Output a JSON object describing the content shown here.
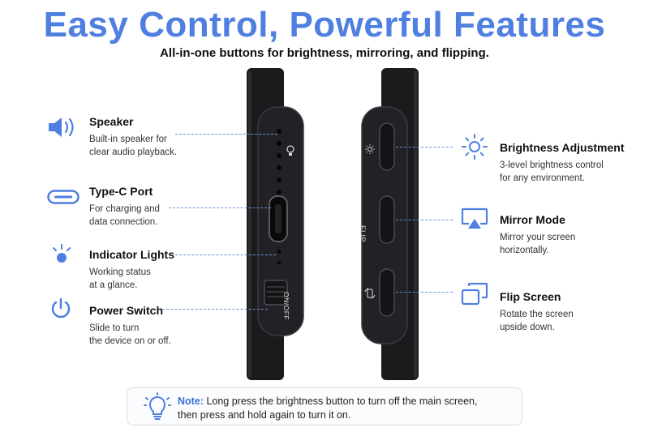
{
  "header": {
    "title": "Easy Control, Powerful Features",
    "subtitle": "All-in-one buttons for brightness, mirroring, and flipping."
  },
  "left_features": [
    {
      "title": "Speaker",
      "desc_line1": "Built-in speaker for",
      "desc_line2": "clear audio playback.",
      "icon": "speaker-icon"
    },
    {
      "title": "Type-C Port",
      "desc_line1": "For charging and",
      "desc_line2": "data connection.",
      "icon": "usb-c-icon"
    },
    {
      "title": "Indicator Lights",
      "desc_line1": "Working status",
      "desc_line2": "at a glance.",
      "icon": "indicator-light-icon"
    },
    {
      "title": "Power Switch",
      "desc_line1": "Slide to turn",
      "desc_line2": "the device on or off.",
      "icon": "power-icon"
    }
  ],
  "right_features": [
    {
      "title": "Brightness Adjustment",
      "desc_line1": "3-level brightness control",
      "desc_line2": "for any environment.",
      "icon": "sun-icon"
    },
    {
      "title": "Mirror Mode",
      "desc_line1": "Mirror your screen",
      "desc_line2": "horizontally.",
      "icon": "mirror-screen-icon"
    },
    {
      "title": "Flip Screen",
      "desc_line1": "Rotate the screen",
      "desc_line2": "upside down.",
      "icon": "flip-screen-icon"
    }
  ],
  "device": {
    "switch_label": "ON/OFF",
    "flip_label": "FLIP"
  },
  "note": {
    "label": "Note:",
    "text_line1": "Long press the brightness button to turn off the main screen,",
    "text_line2": "then press and hold again to turn it on."
  },
  "colors": {
    "accent": "#4f7fe0",
    "device": "#1b1b1d"
  }
}
